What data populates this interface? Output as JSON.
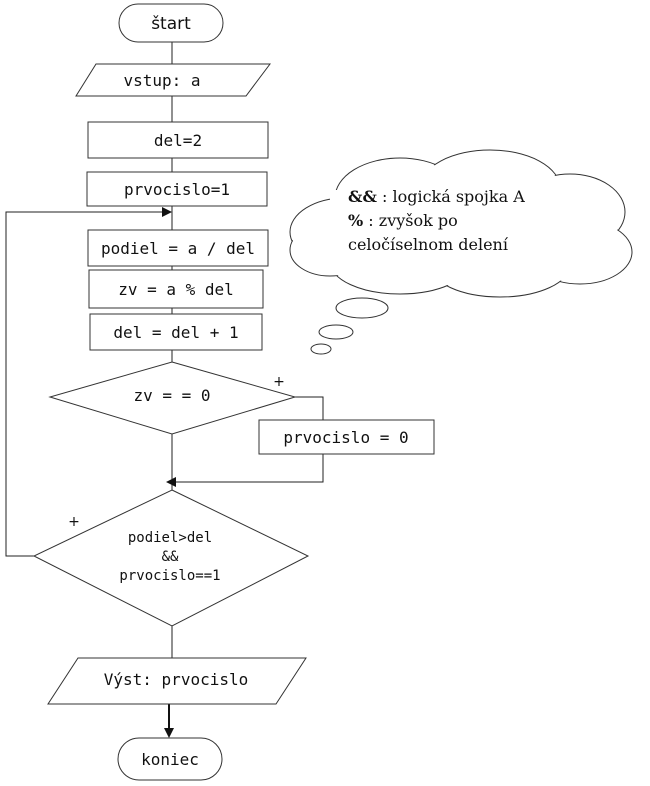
{
  "flowchart": {
    "start_label": "štart",
    "input_label": "vstup: a",
    "del_init": "del=2",
    "prvocislo_init": "prvocislo=1",
    "podiel_calc": "podiel = a / del",
    "zv_calc": "zv = a % del",
    "del_increment": "del = del + 1",
    "condition_zv": "zv = = 0",
    "condition_zv_true": "+",
    "prvocislo_zero": "prvocislo = 0",
    "loop_condition_line1": "podiel>del",
    "loop_condition_line2": "&&",
    "loop_condition_line3": "prvocislo==1",
    "loop_condition_true": "+",
    "output_label": "Výst: prvocislo",
    "end_label": "koniec"
  },
  "note": {
    "line1_symbol": "&&",
    "line1_text": " : logická spojka A",
    "line2_symbol": "%",
    "line2_text": " : zvyšok po",
    "line3_text": "celočíselnom delení"
  }
}
